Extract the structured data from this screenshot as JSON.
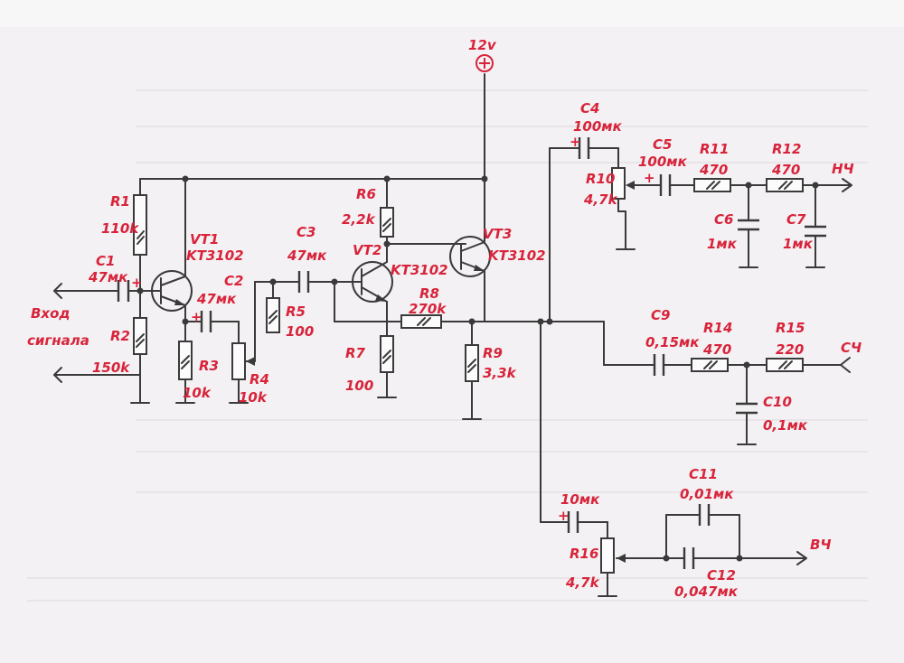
{
  "supply": "12v",
  "plus_sign": "+",
  "components": {
    "R1": {
      "name": "R1",
      "value": "110k"
    },
    "R2": {
      "name": "R2",
      "value": "150k"
    },
    "R3": {
      "name": "R3",
      "value": "10k"
    },
    "R4": {
      "name": "R4",
      "value": "10k"
    },
    "R5": {
      "name": "R5",
      "value": "100"
    },
    "R6": {
      "name": "R6",
      "value": "2,2k"
    },
    "R7": {
      "name": "R7",
      "value": "100"
    },
    "R8": {
      "name": "R8",
      "value": "270k"
    },
    "R9": {
      "name": "R9",
      "value": "3,3k"
    },
    "R10": {
      "name": "R10",
      "value": "4,7k"
    },
    "R11": {
      "name": "R11",
      "value": "470"
    },
    "R12": {
      "name": "R12",
      "value": "470"
    },
    "R14": {
      "name": "R14",
      "value": "470"
    },
    "R15": {
      "name": "R15",
      "value": "220"
    },
    "R16": {
      "name": "R16",
      "value": "4,7k"
    },
    "C1": {
      "name": "C1",
      "value": "47мк"
    },
    "C2": {
      "name": "C2",
      "value": "47мк"
    },
    "C3": {
      "name": "C3",
      "value": "47мк"
    },
    "C4": {
      "name": "C4",
      "value": "100мк"
    },
    "C5": {
      "name": "C5",
      "value": "100мк"
    },
    "C6": {
      "name": "C6",
      "value": "1мк"
    },
    "C7": {
      "name": "C7",
      "value": "1мк"
    },
    "C9": {
      "name": "C9",
      "value": "0,15мк"
    },
    "C10": {
      "name": "C10",
      "value": "0,1мк"
    },
    "C11": {
      "name": "C11",
      "value": "0,01мк"
    },
    "C12": {
      "name": "C12",
      "value": "0,047мк"
    },
    "C_R16": {
      "value": "10мк"
    },
    "VT1": {
      "name": "VT1",
      "type": "KT3102"
    },
    "VT2": {
      "name": "VT2",
      "type": "KT3102"
    },
    "VT3": {
      "name": "VT3",
      "type": "KT3102"
    }
  },
  "labels": {
    "input_1": "Вход",
    "input_2": "сигнала",
    "out_lf": "НЧ",
    "out_mf": "СЧ",
    "out_hf": "ВЧ"
  },
  "colors": {
    "ink": "#d8243b",
    "wire": "#3a3a3a",
    "paper": "#f3f1f3"
  }
}
